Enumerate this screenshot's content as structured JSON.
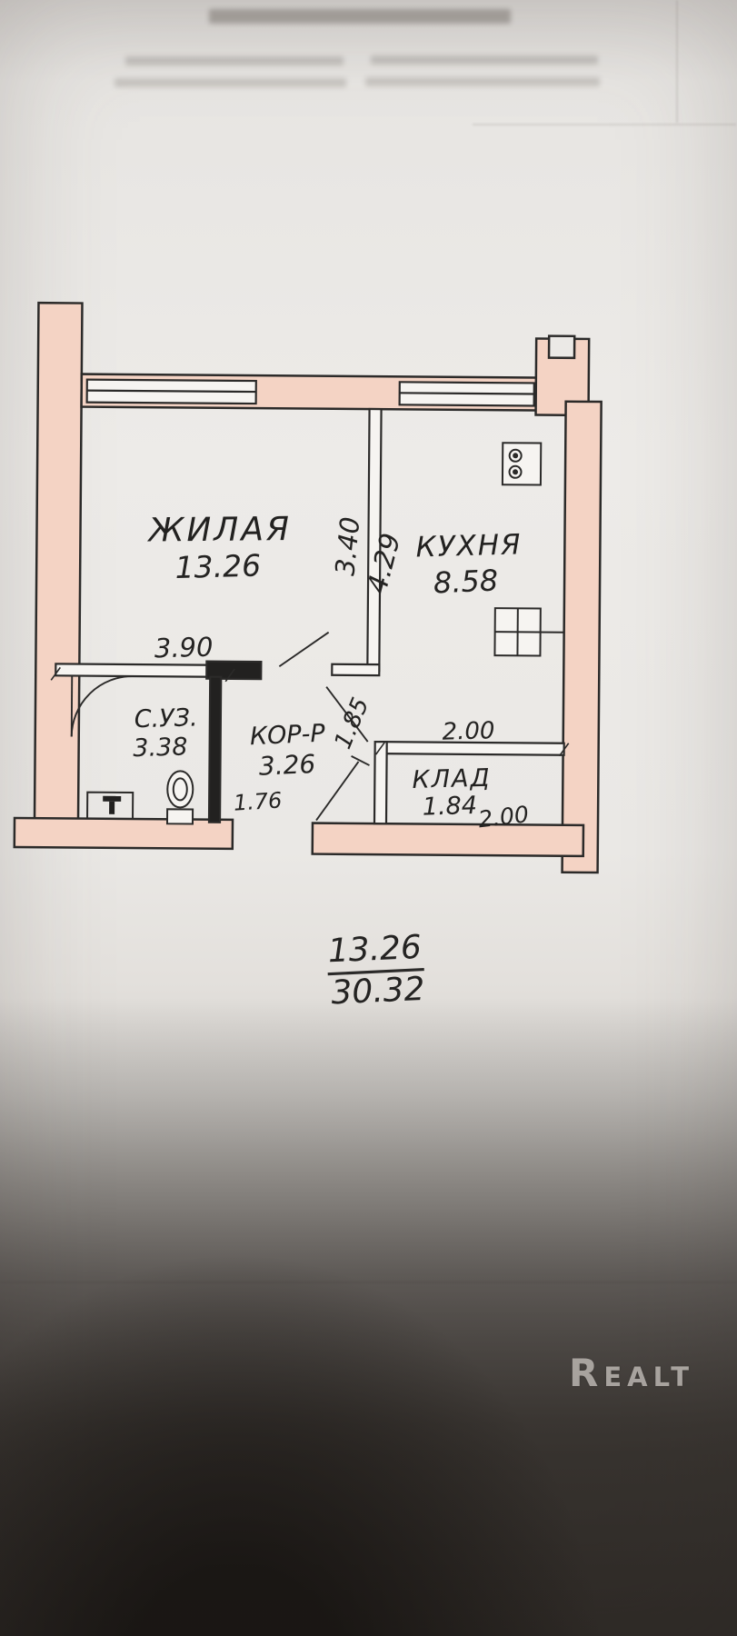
{
  "photo": {
    "paper_color": "#eceae7",
    "wall_fill": "#f4d3c4",
    "line_color": "#2b2a29"
  },
  "plan": {
    "rooms": {
      "living": {
        "label": "ЖИЛАЯ",
        "area": "13.26"
      },
      "kitchen": {
        "label": "КУХНЯ",
        "area": "8.58"
      },
      "bathroom": {
        "label": "С.УЗ.",
        "area": "3.38"
      },
      "corridor": {
        "label": "КОР-Р",
        "area": "3.26"
      },
      "closet": {
        "label": "КЛАД",
        "area": "1.84"
      }
    },
    "dimensions": {
      "living_width": "3.90",
      "living_depth": "3.40",
      "kitchen_depth": "4.29",
      "corridor_opening": "1.85",
      "closet_width_top": "2.00",
      "closet_width_bottom": "2.00",
      "entrance_width": "1.76"
    },
    "summary": {
      "living_total": "13.26",
      "overall_total": "30.32"
    }
  },
  "watermark": {
    "brand": "Realt"
  }
}
